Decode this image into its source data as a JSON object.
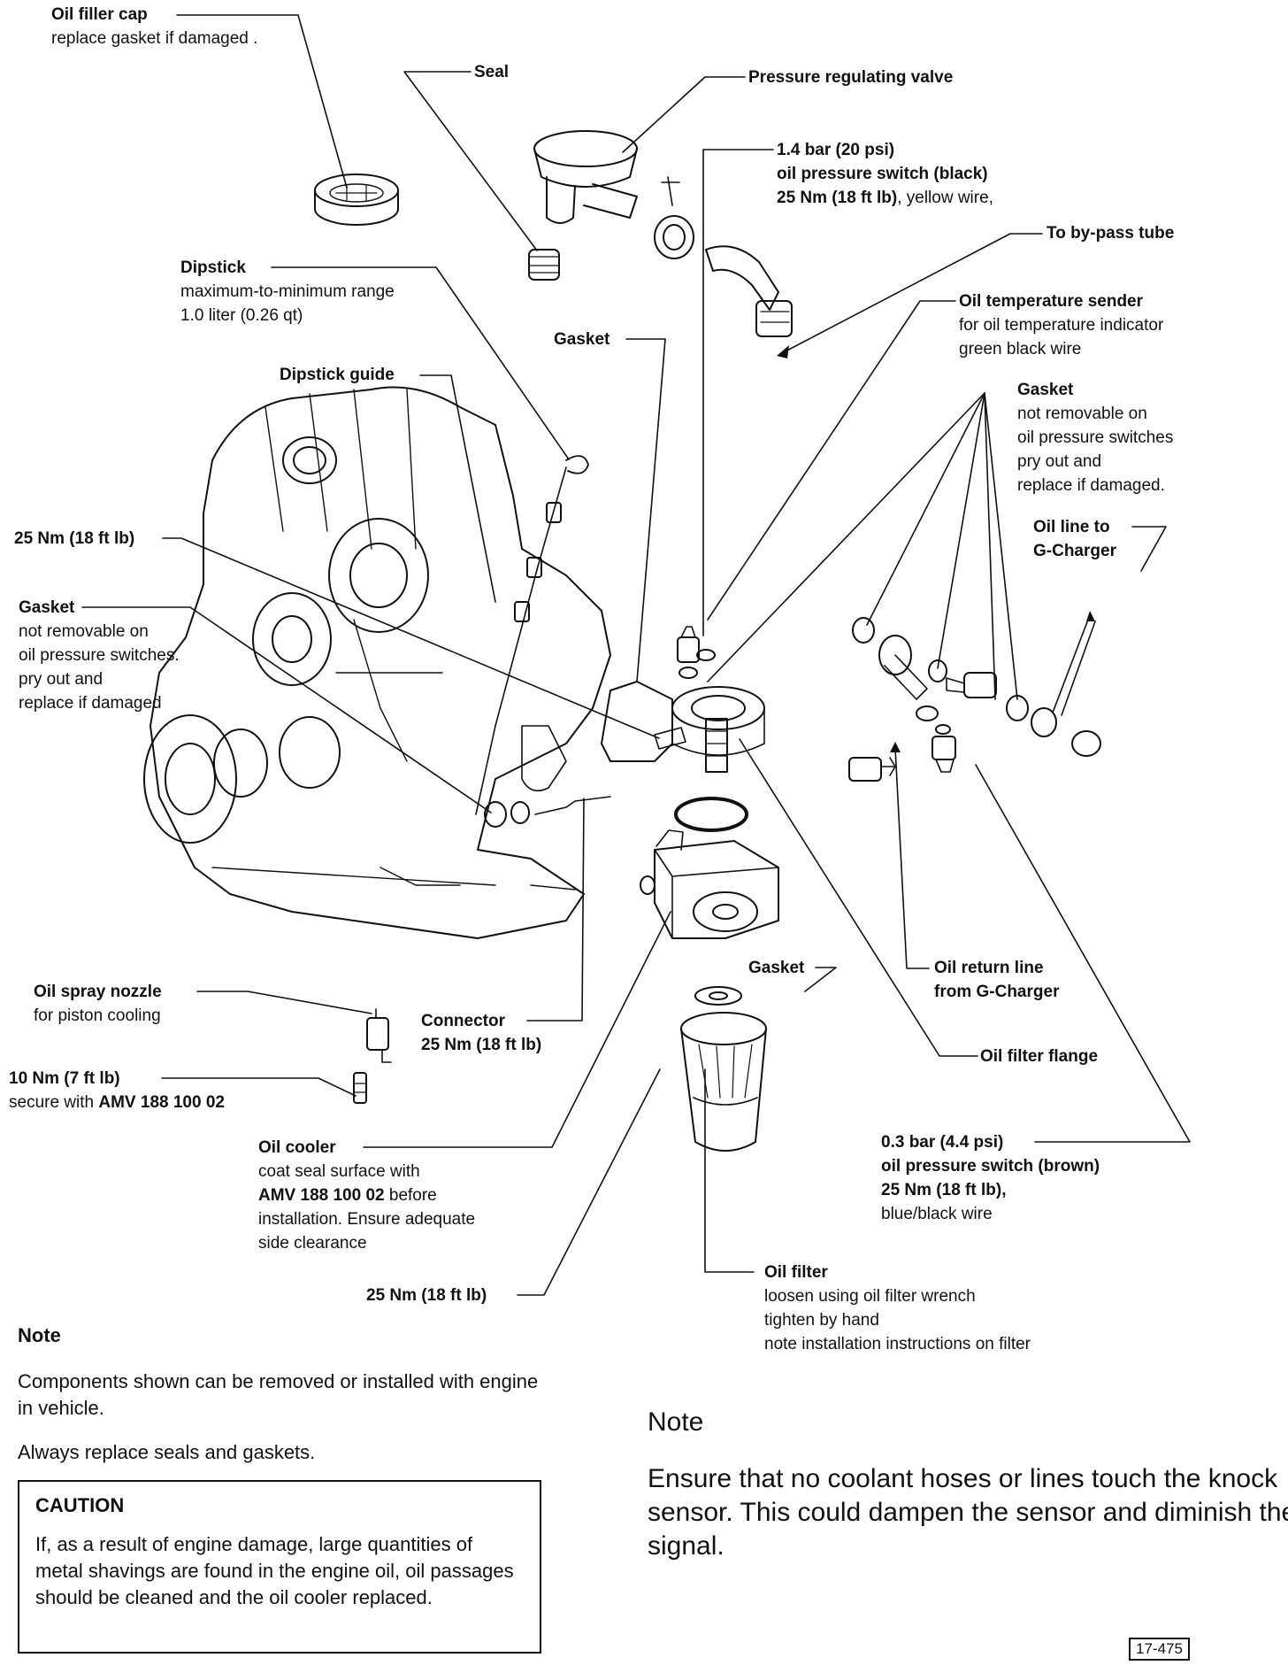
{
  "labels": {
    "oil_filler_cap": {
      "title": "Oil filler cap",
      "desc": "replace gasket if damaged ."
    },
    "seal": {
      "title": "Seal"
    },
    "pressure_regulating_valve": {
      "title": "Pressure regulating valve"
    },
    "switch_black": {
      "line1": "1.4 bar (20 psi)",
      "line2": "oil pressure switch (black)",
      "line3_bold": "25 Nm (18 ft lb)",
      "line3_rest": ", yellow wire,"
    },
    "bypass_tube": {
      "title": "To by-pass tube"
    },
    "dipstick": {
      "title": "Dipstick",
      "desc1": "maximum-to-minimum range",
      "desc2": "1.0 liter (0.26 qt)"
    },
    "gasket_top": {
      "title": "Gasket"
    },
    "oil_temp_sender": {
      "title": "Oil temperature sender",
      "desc1": "for oil temperature indicator",
      "desc2": "green black wire"
    },
    "dipstick_guide": {
      "title": "Dipstick guide"
    },
    "gasket_right": {
      "title": "Gasket",
      "desc1": "not removable on",
      "desc2": "oil pressure switches",
      "desc3": "pry out and",
      "desc4": "replace if damaged."
    },
    "oil_line_gcharger": {
      "line1": "Oil line to",
      "line2": "G-Charger"
    },
    "torque_25_left": {
      "title": "25 Nm (18 ft lb)"
    },
    "gasket_left": {
      "title": "Gasket",
      "desc1": "not removable on",
      "desc2": "oil pressure switches.",
      "desc3": "pry out and",
      "desc4": "replace if damaged"
    },
    "oil_spray_nozzle": {
      "title": "Oil spray nozzle",
      "desc": "for piston cooling"
    },
    "connector": {
      "title": "Connector",
      "desc": "25 Nm (18 ft lb)"
    },
    "gasket_mid": {
      "title": "Gasket"
    },
    "oil_return_line": {
      "line1": "Oil return line",
      "line2": "from G-Charger"
    },
    "oil_filter_flange": {
      "title": "Oil filter flange"
    },
    "torque_10": {
      "title": "10 Nm (7 ft lb)",
      "desc_pre": "secure with ",
      "desc_bold": "AMV 188 100 02"
    },
    "oil_cooler": {
      "title": "Oil cooler",
      "desc1": "coat seal surface with",
      "desc2_bold": "AMV 188 100 02",
      "desc2_rest": " before",
      "desc3": "installation. Ensure adequate",
      "desc4": "side clearance"
    },
    "switch_brown": {
      "line1": "0.3 bar (4.4 psi)",
      "line2": "oil pressure switch (brown)",
      "line3": "25 Nm (18 ft lb),",
      "line4": "blue/black wire"
    },
    "torque_25_bottom": {
      "title": "25 Nm (18 ft lb)"
    },
    "oil_filter": {
      "title": "Oil filter",
      "desc1": "loosen using oil filter wrench",
      "desc2": "tighten by hand",
      "desc3": "note installation instructions on filter"
    }
  },
  "note1": {
    "heading": "Note",
    "p1": "Components shown can be removed or installed with engine in vehicle.",
    "p2": "Always replace seals and gaskets."
  },
  "caution": {
    "heading": "CAUTION",
    "text": "If, as a result of engine damage, large quantities of metal shavings are found in the engine oil, oil passages should be cleaned and the oil cooler replaced."
  },
  "note2": {
    "heading": "Note",
    "text": "Ensure that no coolant hoses or lines touch the knock sensor. This could dampen the sensor and diminish the signal."
  },
  "figure_number": "17-475"
}
